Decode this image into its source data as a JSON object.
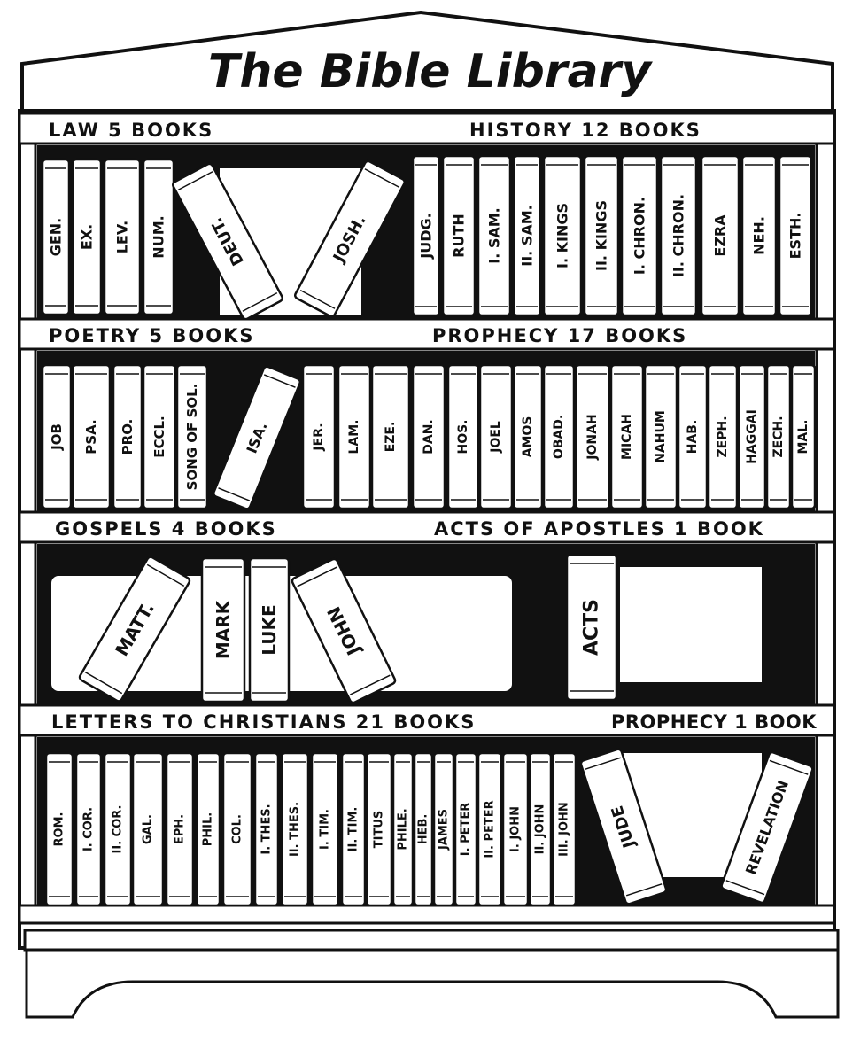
{
  "title": "The Bible Library",
  "shelf_labels": [
    {
      "left": "LAW 5 BOOKS",
      "right": "HISTORY 12 BOOKS"
    },
    {
      "left": "POETRY 5 BOOKS",
      "right": "PROPHECY 17 BOOKS"
    },
    {
      "left": "GOSPELS 4 BOOKS",
      "right": "ACTS OF APOSTLES 1 BOOK"
    },
    {
      "left": "LETTERS TO CHRISTIANS 21 BOOKS",
      "right": "PROPHECY 1 BOOK"
    }
  ],
  "shelves": [
    [
      "GEN.",
      "EX.",
      "LEV.",
      "NUM.",
      "DEUT.",
      "JOSH.",
      "JUDG.",
      "RUTH",
      "I. SAM.",
      "II. SAM.",
      "I. KINGS",
      "II. KINGS",
      "I. CHRON.",
      "II. CHRON.",
      "EZRA",
      "NEH.",
      "ESTH."
    ],
    [
      "JOB",
      "PSA.",
      "PRO.",
      "ECCL.",
      "SONG OF SOL.",
      "ISA.",
      "JER.",
      "LAM.",
      "EZE.",
      "DAN.",
      "HOS.",
      "JOEL",
      "AMOS",
      "OBAD.",
      "JONAH",
      "MICAH",
      "NAHUM",
      "HAB.",
      "ZEPH.",
      "HAGGAI",
      "ZECH.",
      "MAL."
    ],
    [
      "MATT.",
      "MARK",
      "LUKE",
      "JOHN",
      "ACTS"
    ],
    [
      "ROM.",
      "I. COR.",
      "II. COR.",
      "GAL.",
      "EPH.",
      "PHIL.",
      "COL.",
      "I. THES.",
      "II. THES.",
      "I. TIM.",
      "II. TIM.",
      "TITUS",
      "PHILE.",
      "HEB.",
      "JAMES",
      "I. PETER",
      "II. PETER",
      "I. JOHN",
      "II. JOHN",
      "III. JOHN",
      "JUDE",
      "REVELATION"
    ]
  ]
}
